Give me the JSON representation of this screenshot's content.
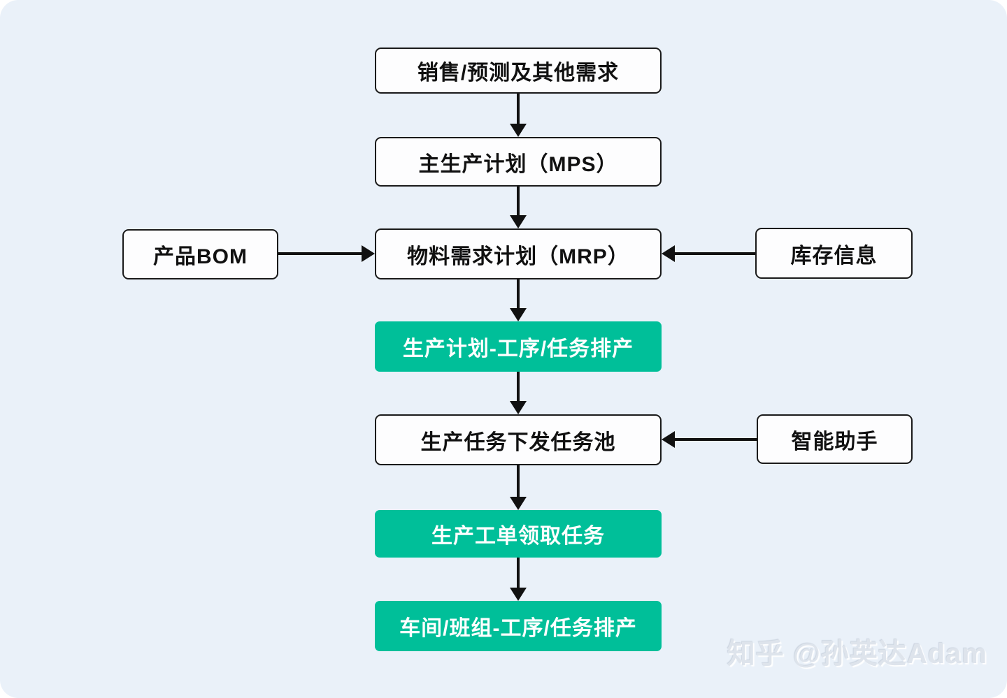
{
  "canvas": {
    "background_color": "#EAF1F9",
    "watermark": "知乎 @孙英达Adam"
  },
  "colors": {
    "highlight_green": "#00BF99",
    "box_fill": "#FDFDFE",
    "box_border": "#1A1A1A",
    "arrow": "#111111"
  },
  "nodes": {
    "sales": {
      "label": "销售/预测及其他需求",
      "style": "white"
    },
    "mps": {
      "label": "主生产计划（MPS）",
      "style": "white"
    },
    "bom": {
      "label": "产品BOM",
      "style": "white"
    },
    "mrp": {
      "label": "物料需求计划（MRP）",
      "style": "white"
    },
    "inventory": {
      "label": "库存信息",
      "style": "white"
    },
    "plan_scheduling": {
      "label": "生产计划-工序/任务排产",
      "style": "green"
    },
    "task_pool": {
      "label": "生产任务下发任务池",
      "style": "white"
    },
    "assistant": {
      "label": "智能助手",
      "style": "white"
    },
    "work_order": {
      "label": "生产工单领取任务",
      "style": "green"
    },
    "workshop_scheduling": {
      "label": "车间/班组-工序/任务排产",
      "style": "green"
    }
  },
  "edges": [
    {
      "from": "sales",
      "to": "mps",
      "direction": "down"
    },
    {
      "from": "mps",
      "to": "mrp",
      "direction": "down"
    },
    {
      "from": "bom",
      "to": "mrp",
      "direction": "right"
    },
    {
      "from": "inventory",
      "to": "mrp",
      "direction": "left"
    },
    {
      "from": "mrp",
      "to": "plan_scheduling",
      "direction": "down"
    },
    {
      "from": "plan_scheduling",
      "to": "task_pool",
      "direction": "down"
    },
    {
      "from": "assistant",
      "to": "task_pool",
      "direction": "left"
    },
    {
      "from": "task_pool",
      "to": "work_order",
      "direction": "down"
    },
    {
      "from": "work_order",
      "to": "workshop_scheduling",
      "direction": "down"
    }
  ]
}
